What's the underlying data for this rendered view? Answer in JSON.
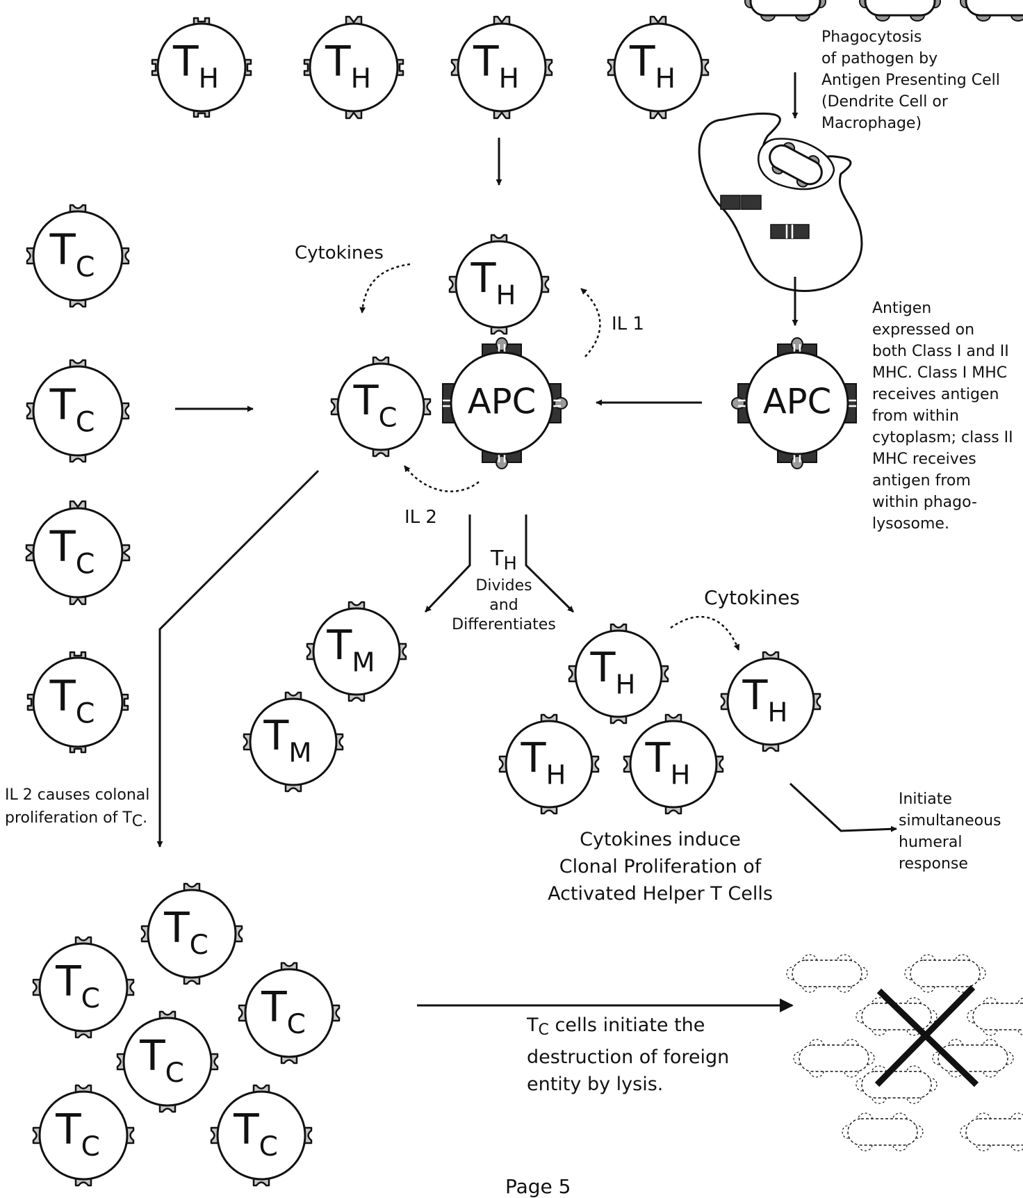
{
  "cells": {
    "t_helper": {
      "main": "T",
      "sub": "H"
    },
    "t_cytotoxic": {
      "main": "T",
      "sub": "C"
    },
    "t_memory": {
      "main": "T",
      "sub": "M"
    },
    "apc": {
      "label": "APC"
    }
  },
  "labels": {
    "phagocytosis": [
      "Phagocytosis",
      "of pathogen by",
      "Antigen Presenting Cell",
      "(Dendrite Cell or",
      "Macrophage)"
    ],
    "antigen_expressed": [
      "Antigen",
      "expressed on",
      "both Class I and II",
      "MHC.  Class I MHC",
      "receives antigen",
      "from within",
      "cytoplasm; class II",
      "MHC receives",
      "antigen from",
      "within phago-",
      "lysosome."
    ],
    "cytokines_top": "Cytokines",
    "il1": "IL 1",
    "il2": "IL 2",
    "th_divides": {
      "main": "T",
      "sub": "H",
      "lines": [
        "Divides",
        "and",
        "Differentiates"
      ]
    },
    "cytokines_right": "Cytokines",
    "il2_causes": {
      "line1": "IL 2 causes colonal",
      "line2": "proliferation of T",
      "sub": "C",
      "end": "."
    },
    "clonal": [
      "Cytokines induce",
      "Clonal Proliferation of",
      "Activated Helper T Cells"
    ],
    "humeral": [
      "Initiate",
      "simultaneous",
      "humeral",
      "response"
    ],
    "lysis": {
      "main": "T",
      "sub": "C",
      "line1_rest": " cells initiate the",
      "line2": "destruction of foreign",
      "line3": "entity by lysis."
    },
    "page": "Page 5"
  }
}
